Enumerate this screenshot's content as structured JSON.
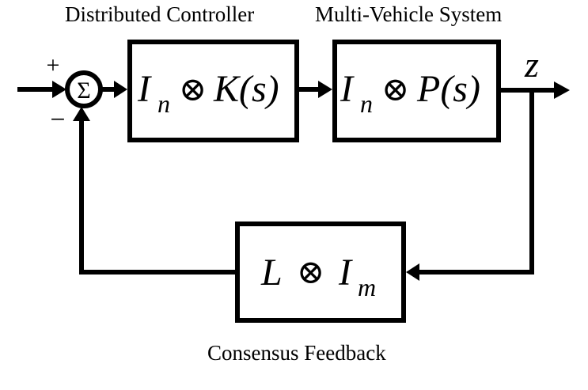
{
  "labels": {
    "controller_title": "Distributed Controller",
    "system_title": "Multi-Vehicle System",
    "feedback_title": "Consensus Feedback"
  },
  "summing_junction": {
    "symbol": "Σ",
    "plus_sign": "+",
    "minus_sign": "−"
  },
  "blocks": {
    "controller": {
      "left": "I",
      "left_sub": "n",
      "op": "⊗",
      "right": "K(s)"
    },
    "plant": {
      "left": "I",
      "left_sub": "n",
      "op": "⊗",
      "right": "P(s)"
    },
    "feedback": {
      "left": "L",
      "op": "⊗",
      "right": "I",
      "right_sub": "m"
    }
  },
  "output_signal": "z"
}
